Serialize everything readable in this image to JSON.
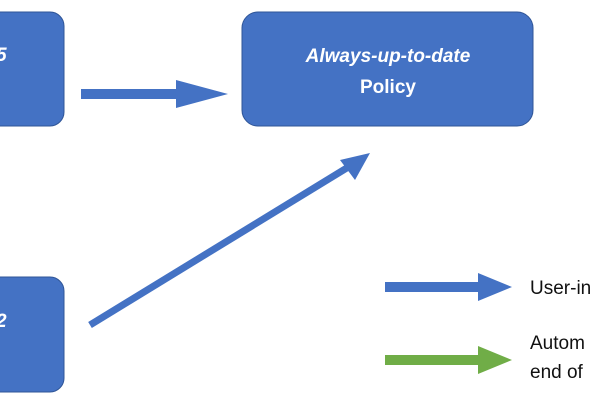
{
  "colors": {
    "box": "#4472C4",
    "box_border": "#2F5597",
    "user_arrow": "#4472C4",
    "auto_arrow": "#70AD47"
  },
  "nodes": {
    "top_left": {
      "label": "5"
    },
    "policy": {
      "line1": "Always-up-to-date",
      "line2": "Policy"
    },
    "bottom_left": {
      "label": "2"
    }
  },
  "legend": {
    "user": "User-in",
    "auto_line1": "Autom",
    "auto_line2": "end of"
  }
}
